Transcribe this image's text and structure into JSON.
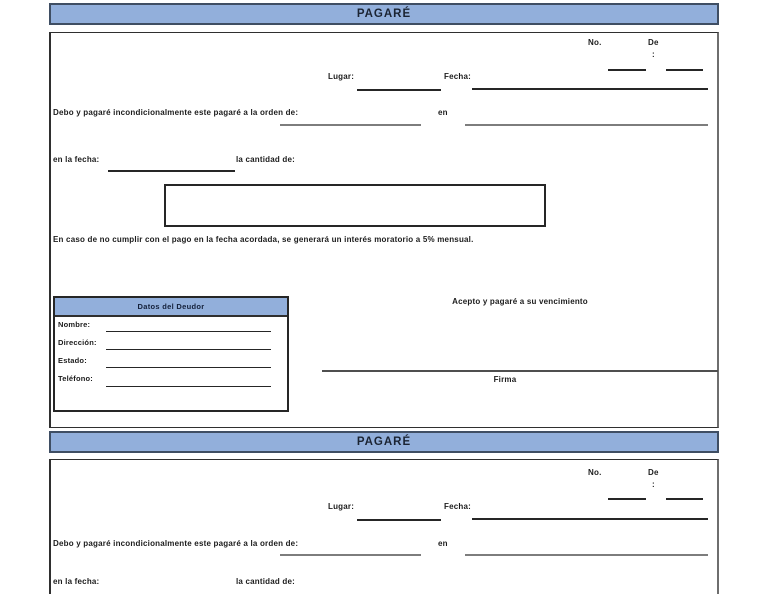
{
  "colors": {
    "header_fill": "#92AFDB",
    "header_border": "#3F4E63",
    "line_dark": "#262626",
    "line_gray": "#7D7D7D"
  },
  "sections": [
    {
      "title": "PAGARÉ",
      "no_label": "No.",
      "de_label": "De",
      "colon": ":",
      "lugar_label": "Lugar:",
      "fecha_label": "Fecha:",
      "debo_label": "Debo y pagaré incondicionalmente este pagaré a la orden de:",
      "en_label": "en",
      "en_la_fecha_label": "en la fecha:",
      "cantidad_label": "la cantidad de:",
      "interes_text": "En caso de no cumplir con el pago en la fecha acordada, se generará un interés moratorio a 5% mensual.",
      "deudor": {
        "title": "Datos del Deudor",
        "fields": [
          "Nombre:",
          "Dirección:",
          "Estado:",
          "Teléfono:"
        ]
      },
      "acepto_text": "Acepto y pagaré a su vencimiento",
      "firma_label": "Firma"
    },
    {
      "title": "PAGARÉ",
      "no_label": "No.",
      "de_label": "De",
      "colon": ":",
      "lugar_label": "Lugar:",
      "fecha_label": "Fecha:",
      "debo_label": "Debo y pagaré incondicionalmente este pagaré a la orden de:",
      "en_label": "en",
      "en_la_fecha_label": "en la fecha:",
      "cantidad_label": "la cantidad de:"
    }
  ]
}
